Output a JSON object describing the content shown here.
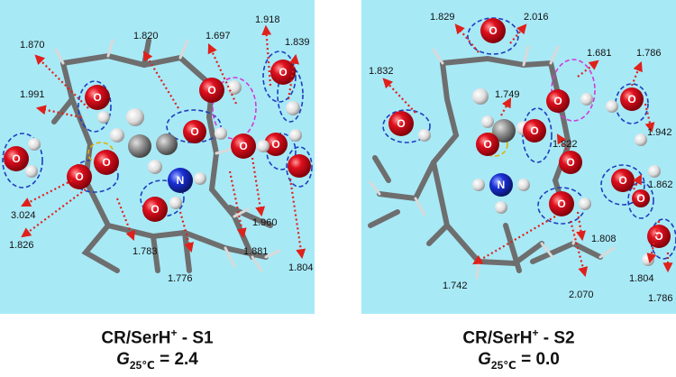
{
  "panels": [
    {
      "id": "S1",
      "title_prefix": "CR/SerH",
      "title_charge": "+",
      "title_suffix": " - S1",
      "energy_symbol": "G",
      "energy_sub": "25℃",
      "energy_value": " = 2.4",
      "distances": [
        "1.870",
        "1.991",
        "1.820",
        "1.697",
        "1.918",
        "1.839",
        "3.024",
        "1.826",
        "1.783",
        "1.776",
        "1.881",
        "1.960",
        "1.804"
      ],
      "atom_labels": [
        "O",
        "O",
        "O",
        "O",
        "O",
        "O",
        "O",
        "O",
        "O",
        "O",
        "N"
      ]
    },
    {
      "id": "S2",
      "title_prefix": "CR/SerH",
      "title_charge": "+",
      "title_suffix": " - S2",
      "energy_symbol": "G",
      "energy_sub": "25℃",
      "energy_value": " = 0.0",
      "distances": [
        "1.829",
        "2.016",
        "1.832",
        "1.749",
        "1.681",
        "1.786",
        "1.942",
        "1.822",
        "1.862",
        "1.808",
        "1.742",
        "2.070",
        "1.804",
        "1.786"
      ],
      "atom_labels": [
        "O",
        "O",
        "O",
        "O",
        "O",
        "O",
        "O",
        "O",
        "O",
        "O",
        "O",
        "N"
      ]
    }
  ],
  "colors": {
    "background": "#a8e9f6",
    "oxygen": "#d4001a",
    "nitrogen": "#1a2fd6",
    "carbon": "#8a8a8a",
    "hydrogen": "#e6e6e6",
    "hbond_arrow": "#e0201a",
    "highlight_blue": "#1d3fbf",
    "highlight_magenta": "#d23ad8",
    "highlight_yellow": "#e2b100"
  }
}
